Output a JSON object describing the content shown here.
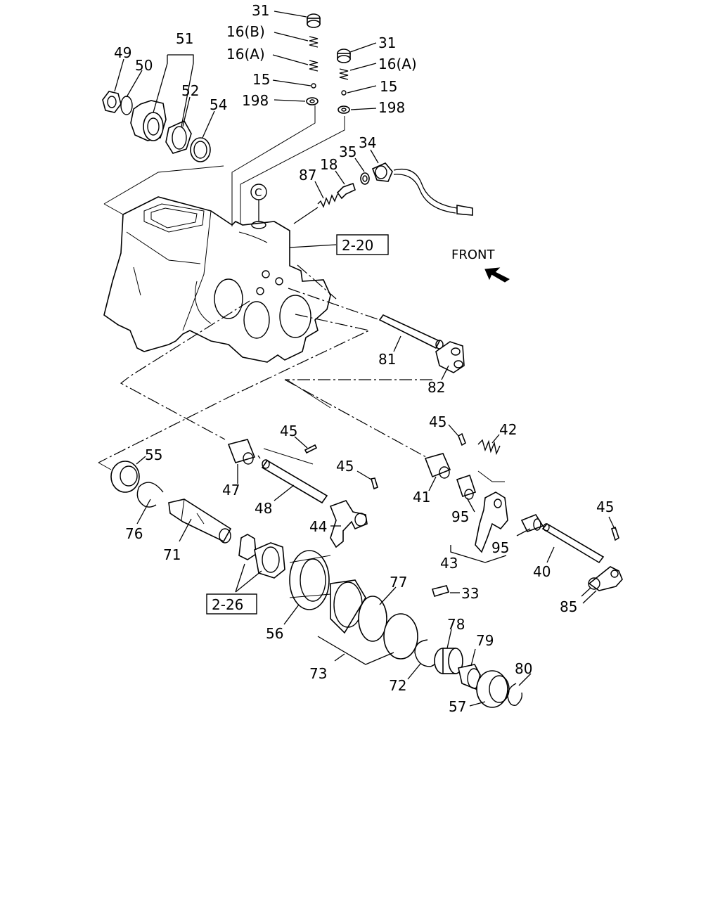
{
  "diagram": {
    "front_label": "FRONT",
    "ref_boxes": [
      "2-20",
      "2-26"
    ],
    "circle_marker": "C",
    "part_labels": {
      "p31a": "31",
      "p16b": "16(B)",
      "p16a_l": "16(A)",
      "p15_l": "15",
      "p198_l": "198",
      "p31b": "31",
      "p16a_r": "16(A)",
      "p15_r": "15",
      "p198_r": "198",
      "p49": "49",
      "p50": "50",
      "p51": "51",
      "p52": "52",
      "p54": "54",
      "p87": "87",
      "p18": "18",
      "p35": "35",
      "p34": "34",
      "p81": "81",
      "p82": "82",
      "p45a": "45",
      "p45b": "45",
      "p45c": "45",
      "p45d": "45",
      "p42": "42",
      "p55": "55",
      "p47": "47",
      "p48": "48",
      "p44": "44",
      "p41": "41",
      "p95a": "95",
      "p95b": "95",
      "p43": "43",
      "p40": "40",
      "p76": "76",
      "p71": "71",
      "p77": "77",
      "p33": "33",
      "p85": "85",
      "p56": "56",
      "p78": "78",
      "p79": "79",
      "p73": "73",
      "p72": "72",
      "p80": "80",
      "p57": "57"
    }
  }
}
